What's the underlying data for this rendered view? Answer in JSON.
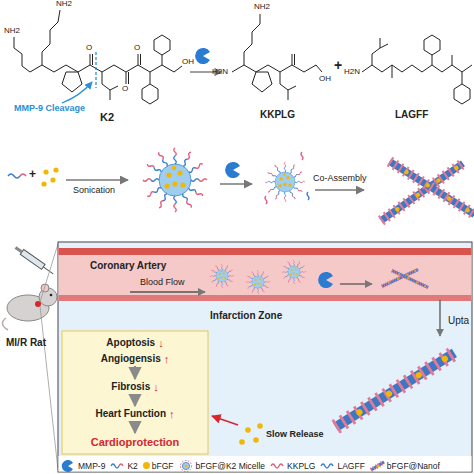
{
  "diagram": {
    "nodes": [
      {
        "text": [
          "Apoptosis",
          "↓"
        ]
      },
      {
        "text": [
          "Angiogensis",
          "↑"
        ]
      },
      {
        "text": [
          "Fibrosis",
          "↓"
        ]
      },
      {
        "text": [
          "Heart Function",
          "↑"
        ]
      },
      {
        "text": [
          "Cardioprotection"
        ]
      }
    ],
    "edges": [
      {
        "from": 1,
        "to": 2,
        "arrow": "to"
      },
      {
        "from": 2,
        "to": 3,
        "arrow": "to"
      },
      {
        "from": 3,
        "to": 4,
        "arrow": "to"
      }
    ],
    "labels": [
      "NH2",
      "NH2",
      "O",
      "O",
      "O",
      "OH",
      "MMP-9 Cleavage",
      "K2",
      "NH2",
      "H2N",
      "OH",
      "KKPLG",
      "+",
      "H2N",
      "LAGFF",
      "+",
      "Sonication",
      "Co-Assembly",
      "MI/R Rat",
      "Coronary Artery",
      "Blood Flow",
      "Infarction Zone",
      "Upta",
      "Slow Release"
    ],
    "legend": [
      {
        "text": "MMP-9"
      },
      {
        "text": "K2"
      },
      {
        "text": "bFGF",
        "color": "#f2b705"
      },
      {
        "text": "bFGF@K2 Micelle"
      },
      {
        "text": "KKPLG"
      },
      {
        "text": "LAGFF"
      },
      {
        "text": "bFGF@Nanof"
      }
    ]
  }
}
